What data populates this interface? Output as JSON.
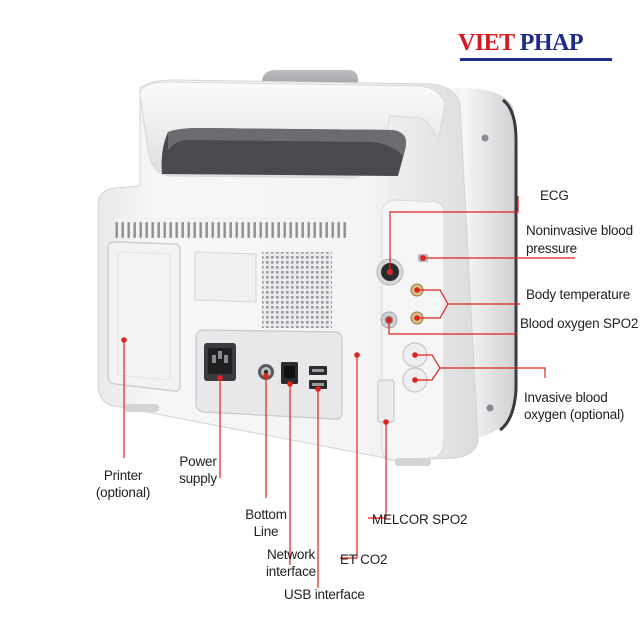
{
  "brand": {
    "word1": "VIET",
    "word2": "PHAP",
    "colors": {
      "red": "#d71920",
      "blue": "#1d2b8a"
    }
  },
  "annotation_color": "#e0231c",
  "labels": {
    "ecg": "ECG",
    "nibp_line1": "Noninvasive blood",
    "nibp_line2": "pressure",
    "temp": "Body temperature",
    "spo2": "Blood oxygen SPO2",
    "ibp_line1": "Invasive blood",
    "ibp_line2": "oxygen (optional)",
    "printer_line1": "Printer",
    "printer_line2": "(optional)",
    "power_line1": "Power",
    "power_line2": "supply",
    "bottom_line1": "Bottom",
    "bottom_line2": "Line",
    "network_line1": "Network",
    "network_line2": "interface",
    "usb": "USB interface",
    "etco2": "ET CO2",
    "melcor": "MELCOR SPO2"
  }
}
